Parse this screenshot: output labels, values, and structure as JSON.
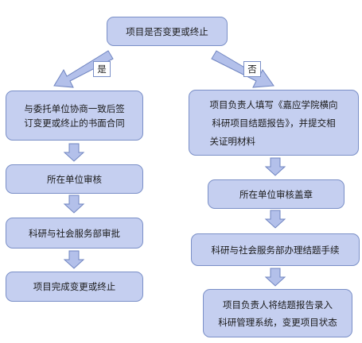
{
  "nodes": {
    "top": "项目是否变更或终止",
    "yes_label": "是",
    "no_label": "否",
    "left1_line1": "与委托单位协商一致后签",
    "left1_line2": "订变更或终止的书面合同",
    "left2": "所在单位审核",
    "left3": "科研与社会服务部审批",
    "left4": "项目完成变更或终止",
    "right1_line1": "项目负责人填写《嘉应学院横向",
    "right1_line2": "科研项目结题报告》，并提交相",
    "right1_line3": "关证明材料",
    "right2": "所在单位审核盖章",
    "right3": "科研与社会服务部办理结题手续",
    "right4_line1": "项目负责人将结题报告录入",
    "right4_line2": "科研管理系统，变更项目状态"
  },
  "colors": {
    "box_fill": "#c5cff0",
    "box_border": "#7a8fc7",
    "arrow_fill": "#b3c0ea",
    "arrow_border": "#6f84c0"
  }
}
